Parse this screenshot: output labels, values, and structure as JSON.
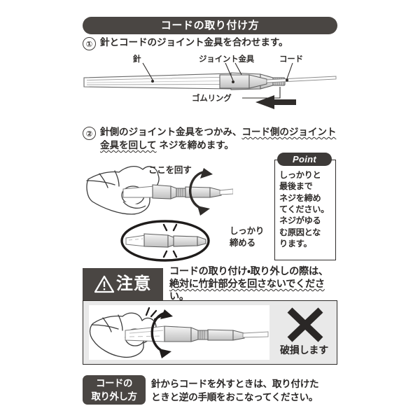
{
  "header": {
    "title": "コードの取り付け方"
  },
  "steps": [
    {
      "number": "①",
      "text": "針とコードのジョイント金具を合わせます。"
    },
    {
      "number": "②",
      "line1_a": "針側のジョイント金具をつかみ、",
      "line1_b": "コード側のジョイント",
      "line2_a": "金具を回して",
      "line2_b": " ネジを締めます。"
    }
  ],
  "diagram1": {
    "labels": {
      "needle": "針",
      "joint_metal": "ジョイント金具",
      "cord": "コード",
      "rubber_ring": "ゴムリング"
    },
    "arrow_direction": "left-arrow-icon"
  },
  "diagram2": {
    "labels": {
      "turn_here": "ここを回す",
      "tighten_line1": "しっかり",
      "tighten_line2": "締める"
    },
    "rotation_icon": "rotate-arrow-icon",
    "magnifier": "magnified-oval-inset"
  },
  "point_box": {
    "badge": "Point",
    "lines": [
      "しっかりと",
      "最後まで",
      "ネジを締め",
      "てください。",
      "ネジがゆる",
      "む原因とな",
      "ります。"
    ]
  },
  "caution": {
    "icon": "warning-triangle-icon",
    "tag": "注意",
    "message_line1": "コードの取り付け・取り外しの際は、",
    "message_line2": "絶対に竹針部分を回さないでください。",
    "x_icon": "x-cross-icon",
    "damage_label": "破損します",
    "illustration": "hand-rotating-bamboo-shaft"
  },
  "removal": {
    "tag_line1": "コードの",
    "tag_line2": "取り外し方",
    "text_line1": "針からコードを外すときは、取り付けた",
    "text_line2": "ときと逆の手順をおこなってください。"
  },
  "colors": {
    "dark": "#4a4643",
    "ink": "#2f2c2a",
    "panel_gray": "#e9e9e9",
    "metal_fill": "#d7d7d7",
    "white": "#ffffff"
  }
}
